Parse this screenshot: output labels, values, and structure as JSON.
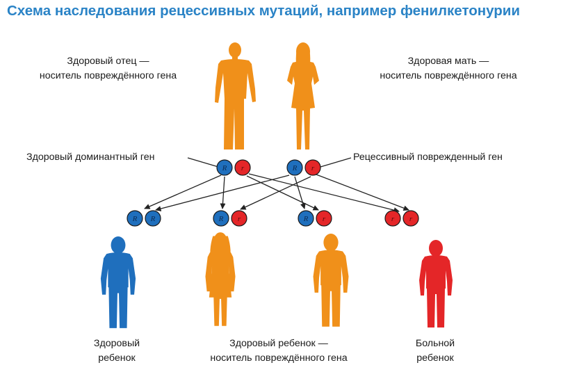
{
  "title": "Схема наследования рецессивных мутаций, например фенилкетонурии",
  "parents": {
    "father": {
      "line1": "Здоровый отец —",
      "line2": "носитель повреждённого гена"
    },
    "mother": {
      "line1": "Здоровая мать —",
      "line2": "носитель повреждённого гена"
    }
  },
  "gene_labels": {
    "dominant": "Здоровый доминантный ген",
    "recessive": "Рецессивный поврежденный ген"
  },
  "alleles": {
    "dominant": "R",
    "recessive": "r"
  },
  "children": {
    "healthy": {
      "line1": "Здоровый",
      "line2": "ребенок"
    },
    "carrier": {
      "line1": "Здоровый ребенок —",
      "line2": "носитель повреждённого гена"
    },
    "sick": {
      "line1": "Больной",
      "line2": "ребенок"
    }
  },
  "colors": {
    "title": "#2a83c6",
    "parent_figure": "#f0901a",
    "healthy_child": "#1f6fbd",
    "carrier_child": "#f0901a",
    "sick_child": "#e42628",
    "dominant_gene": "#1f6fbd",
    "recessive_gene": "#e42628"
  }
}
